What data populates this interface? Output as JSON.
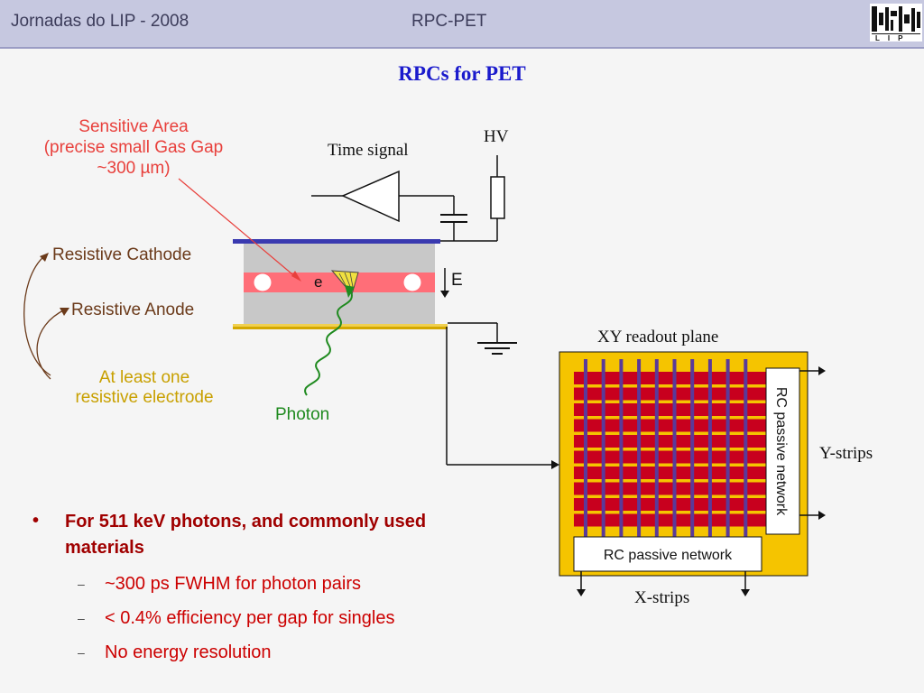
{
  "header": {
    "left_text": "Jornadas do LIP - 2008",
    "center_text": "RPC-PET",
    "logo": "LIP"
  },
  "title": "RPCs for PET",
  "diagram": {
    "sensitive_area": [
      "Sensitive Area",
      "(precise small Gas Gap",
      "~300 µm)"
    ],
    "time_signal": "Time signal",
    "hv": "HV",
    "resistive_cathode": "Resistive Cathode",
    "resistive_anode": "Resistive Anode",
    "at_least_one": [
      "At least one",
      "resistive electrode"
    ],
    "electron": "e",
    "field": "E",
    "photon": "Photon",
    "xy_plane": "XY readout plane",
    "rc_vertical": "RC passive network",
    "rc_horizontal": "RC passive network",
    "y_strips": "Y-strips",
    "x_strips": "X-strips"
  },
  "bullets": {
    "main": "For 511 keV photons, and commonly used materials",
    "subs": [
      "~300 ps FWHM for photon pairs",
      "< 0.4% efficiency per gap for singles",
      "No energy resolution"
    ]
  },
  "colors": {
    "title": "#1a1acc",
    "sensitive": "#e8403c",
    "cathode_anode": "#6b3a1a",
    "resistive_electrode": "#c8a000",
    "photon": "#2a8a2a",
    "strip_red": "#c8001e",
    "strip_blue": "#5a3a9a",
    "plate_yellow": "#f5c400"
  }
}
